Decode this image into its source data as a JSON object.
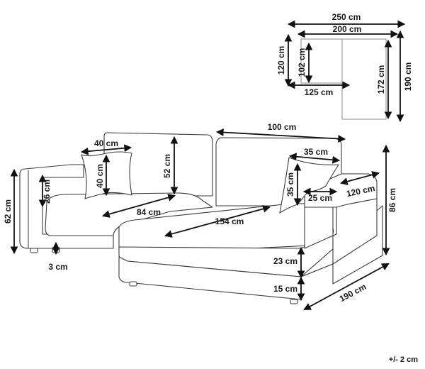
{
  "plan": {
    "total_width": "250 cm",
    "seat_width": "200 cm",
    "depth_back": "120 cm",
    "depth_seat": "102 cm",
    "chaise_offset": "125 cm",
    "chaise_inner": "172 cm",
    "chaise_total": "190 cm"
  },
  "sofa": {
    "back_cushion_width": "100 cm",
    "pillow_width_left": "40 cm",
    "pillow_height_left": "40 cm",
    "back_height": "52 cm",
    "pillow_width_right": "35 cm",
    "pillow_height_right": "35 cm",
    "total_height": "62 cm",
    "armrest_height": "26 cm",
    "seat_depth": "84 cm",
    "chaise_length": "154 cm",
    "armrest_width": "25 cm",
    "chaise_width": "120 cm",
    "overall_height": "86 cm",
    "seat_cushion_height": "23 cm",
    "base_height": "15 cm",
    "total_length": "190 cm",
    "leg_height": "3 cm"
  },
  "tolerance": "+/- 2 cm"
}
